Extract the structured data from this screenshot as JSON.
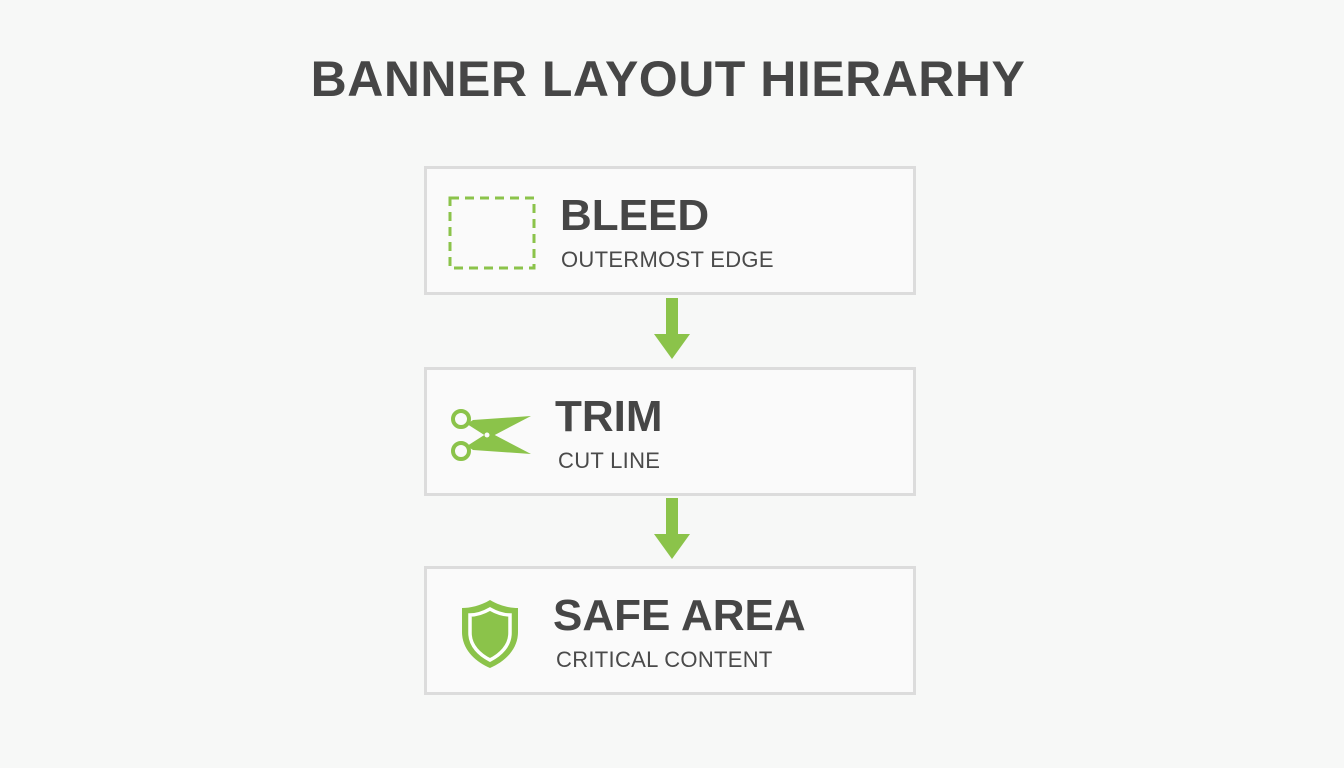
{
  "title": "BANNER LAYOUT HIERARHY",
  "accent_color": "#8bc34a",
  "levels": [
    {
      "icon": "dashed-square-icon",
      "heading": "BLEED",
      "subtitle": "OUTERMOST EDGE"
    },
    {
      "icon": "scissors-icon",
      "heading": "TRIM",
      "subtitle": "CUT LINE"
    },
    {
      "icon": "shield-icon",
      "heading": "SAFE AREA",
      "subtitle": "CRITICAL CONTENT"
    }
  ]
}
